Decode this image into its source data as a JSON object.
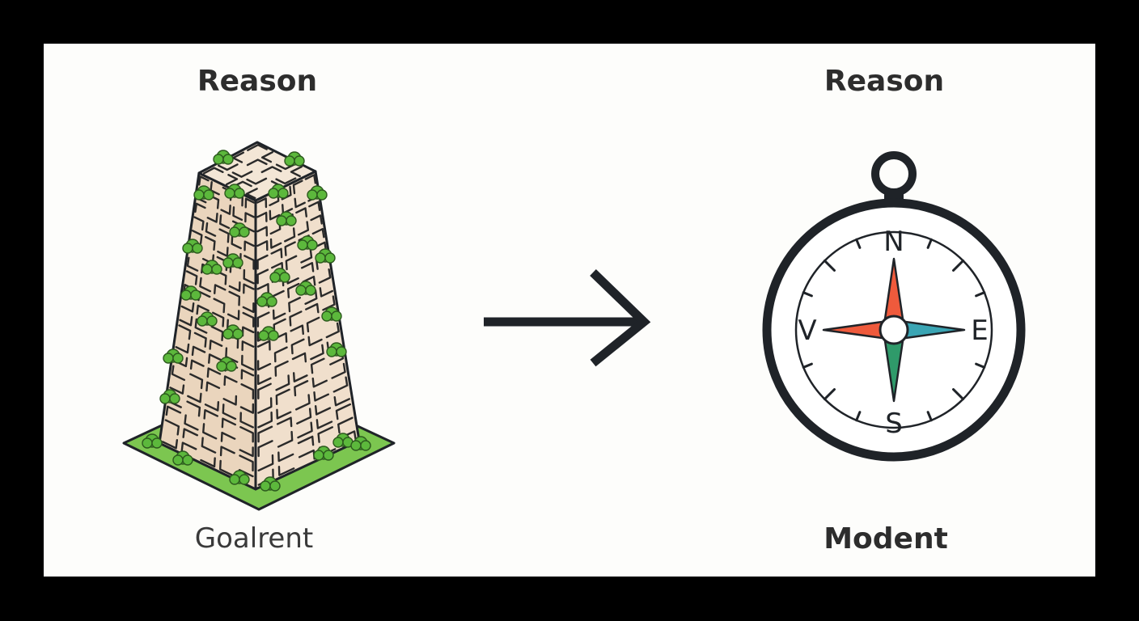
{
  "left": {
    "title": "Reason",
    "caption": "Goalrent",
    "illustration": "maze-tower-icon"
  },
  "arrow": {
    "icon": "right-arrow-icon"
  },
  "right": {
    "title": "Reason",
    "caption": "Modent",
    "illustration": "compass-icon",
    "compass": {
      "north": "N",
      "east": "E",
      "south": "S",
      "west": "V"
    }
  },
  "colors": {
    "background": "#000000",
    "panel": "#fdfdfb",
    "ink": "#1f2328",
    "tower_stone": "#ecd9c4",
    "grass": "#7cc650",
    "tree": "#5cb83c",
    "needle_red": "#ef5a3c",
    "needle_teal": "#3aa5b4",
    "needle_green": "#2f9a6a"
  }
}
